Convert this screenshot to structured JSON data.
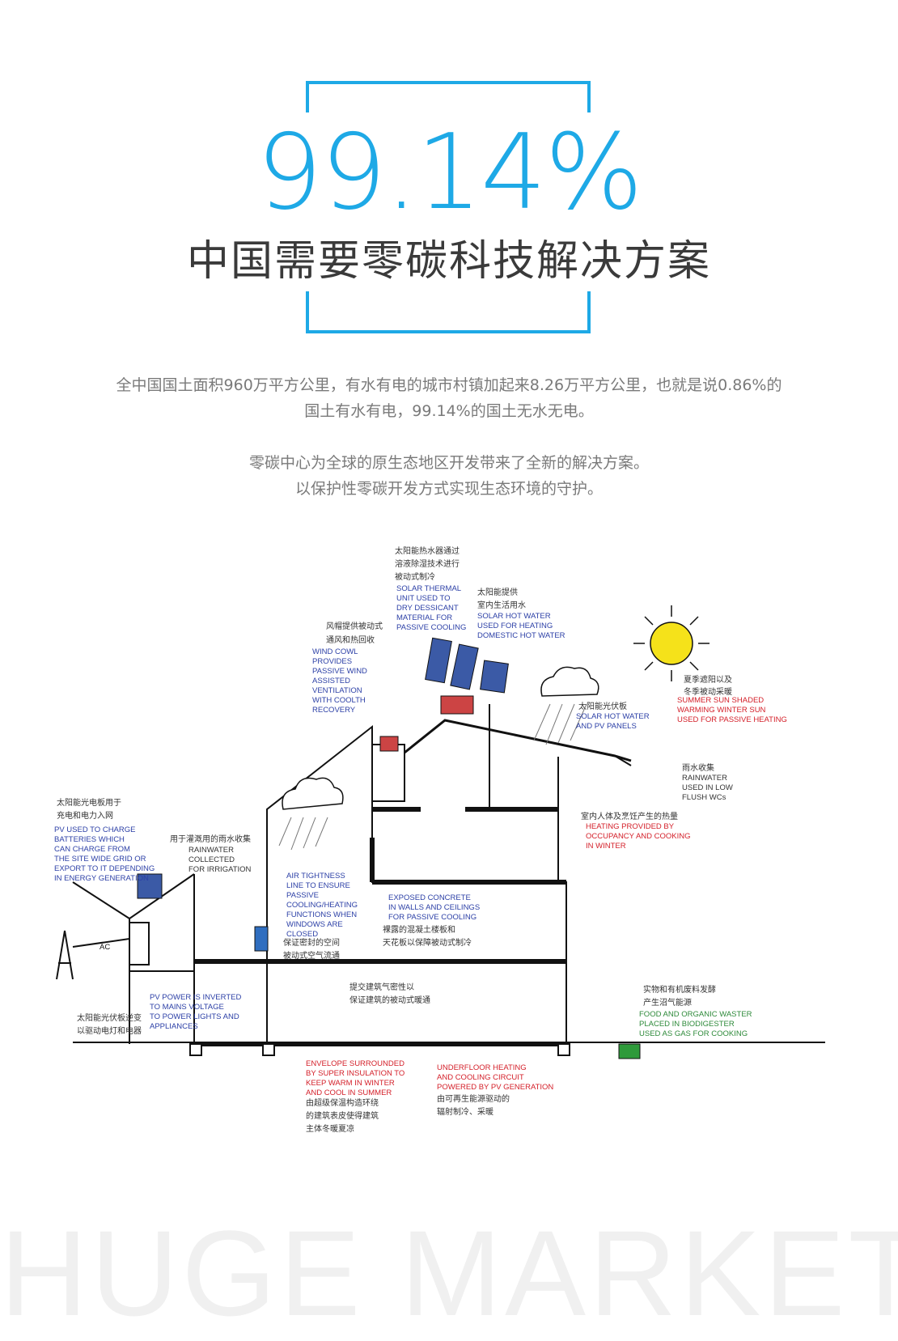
{
  "hero": {
    "percentage": "99.14%",
    "headline": "中国需要零碳科技解决方案"
  },
  "intro": {
    "line1": "全中国国土面积960万平方公里，有水有电的城市村镇加起来8.26万平方公里，也就是说0.86%的",
    "line2": "国土有水有电，99.14%的国土无水无电。",
    "line3": "零碳中心为全球的原生态地区开发带来了全新的解决方案。",
    "line4": "以保护性零碳开发方式实现生态环境的守护。"
  },
  "diagram": {
    "solar_thermal_cn1": "太阳能热水器通过",
    "solar_thermal_cn2": "溶液除湿技术进行",
    "solar_thermal_cn3": "被动式制冷",
    "solar_thermal_en": [
      "SOLAR THERMAL",
      "UNIT USED TO",
      "DRY DESSICANT",
      "MATERIAL FOR",
      "PASSIVE COOLING"
    ],
    "hot_water_cn1": "太阳能提供",
    "hot_water_cn2": "室内生活用水",
    "hot_water_en": [
      "SOLAR HOT WATER",
      "USED FOR HEATING",
      "DOMESTIC HOT WATER"
    ],
    "wind_cowl_cn1": "风帽提供被动式",
    "wind_cowl_cn2": "通风和热回收",
    "wind_cowl_en": [
      "WIND COWL",
      "PROVIDES",
      "PASSIVE WIND",
      "ASSISTED",
      "VENTILATION",
      "WITH COOLTH",
      "RECOVERY"
    ],
    "sun_cn1": "夏季遮阳以及",
    "sun_cn2": "冬季被动采暖",
    "sun_en": [
      "SUMMER SUN SHADED",
      "WARMING WINTER SUN",
      "USED FOR PASSIVE HEATING"
    ],
    "pv_panels_cn": "太阳能光伏板",
    "pv_panels_en": [
      "SOLAR HOT WATER",
      "AND PV PANELS"
    ],
    "rain_wc_cn": "雨水收集",
    "rain_wc_en": [
      "RAINWATER",
      "USED IN LOW",
      "FLUSH WCs"
    ],
    "pv_batt_cn1": "太阳能光电板用于",
    "pv_batt_cn2": "充电和电力入网",
    "pv_batt_en": [
      "PV USED TO CHARGE",
      "BATTERIES WHICH",
      "CAN CHARGE FROM",
      "THE SITE WIDE GRID OR",
      "EXPORT TO IT DEPENDING",
      "IN ENERGY GENERATION"
    ],
    "irrig_cn": "用于灌溉用的雨水收集",
    "irrig_en": [
      "RAINWATER",
      "COLLECTED",
      "FOR IRRIGATION"
    ],
    "occupancy_cn": "室内人体及烹饪产生的热量",
    "occupancy_en": [
      "HEATING PROVIDED BY",
      "OCCUPANCY AND COOKING",
      "IN WINTER"
    ],
    "airtight_en": [
      "AIR TIGHTNESS",
      "LINE TO ENSURE",
      "PASSIVE",
      "COOLING/HEATING",
      "FUNCTIONS WHEN",
      "WINDOWS ARE",
      "CLOSED"
    ],
    "airtight_cn1": "保证密封的空间",
    "airtight_cn2": "被动式空气流通",
    "concrete_en": [
      "EXPOSED CONCRETE",
      "IN WALLS AND CEILINGS",
      "FOR PASSIVE COOLING"
    ],
    "concrete_cn1": "裸露的混凝土楼板和",
    "concrete_cn2": "天花板以保障被动式制冷",
    "airtight2_cn1": "提交建筑气密性以",
    "airtight2_cn2": "保证建筑的被动式暖通",
    "inverter_en": [
      "PV POWER IS INVERTED",
      "TO MAINS VOLTAGE",
      "TO POWER LIGHTS AND",
      "APPLIANCES"
    ],
    "inverter_cn1": "太阳能光伏板逆变",
    "inverter_cn2": "以驱动电灯和电器",
    "ac_label": "AC",
    "biogas_cn1": "实物和有机废料发酵",
    "biogas_cn2": "产生沼气能源",
    "biogas_en": [
      "FOOD AND ORGANIC WASTER",
      "PLACED IN BIODIGESTER",
      "USED AS GAS FOR COOKING"
    ],
    "envelope_en": [
      "ENVELOPE SURROUNDED",
      "BY SUPER INSULATION TO",
      "KEEP WARM IN WINTER",
      "AND COOL IN SUMMER"
    ],
    "envelope_cn1": "由超级保温构造环绕",
    "envelope_cn2": "的建筑表皮使得建筑",
    "envelope_cn3": "主体冬暖夏凉",
    "underfloor_en": [
      "UNDERFLOOR HEATING",
      "AND COOLING CIRCUIT",
      "POWERED BY PV GENERATION"
    ],
    "underfloor_cn1": "由可再生能源驱动的",
    "underfloor_cn2": "辐射制冷、采暖",
    "colors": {
      "accent": "#1ea9e6",
      "blue_label": "#2b3fa6",
      "red_label": "#d4202a",
      "sun": "#f5e21a"
    }
  },
  "footer": {
    "watermark": "HUGE MARKET"
  }
}
